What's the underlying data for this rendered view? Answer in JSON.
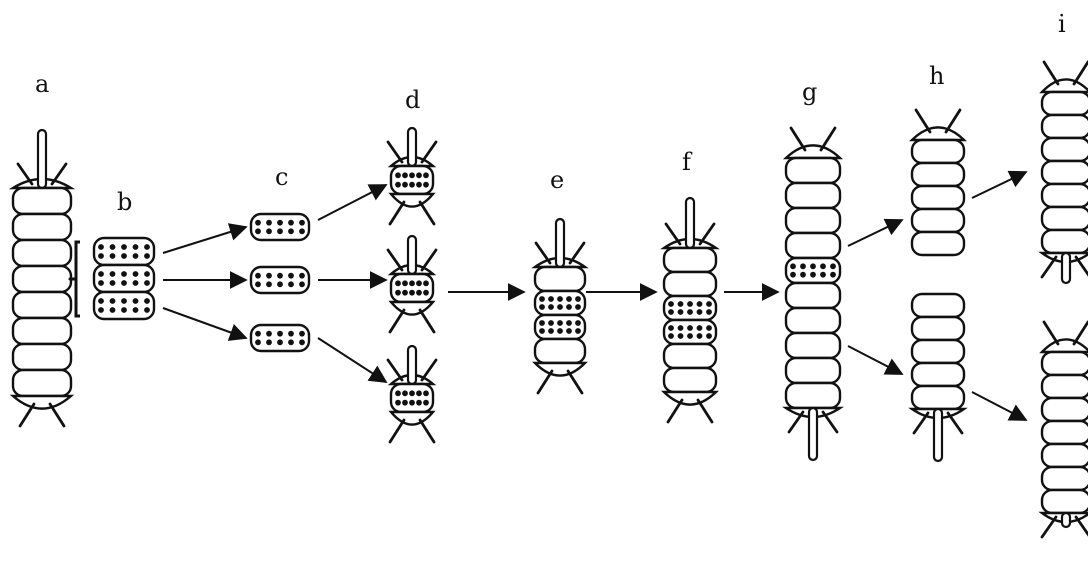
{
  "labels": {
    "a": "a",
    "b": "b",
    "c": "c",
    "d": "d",
    "e": "e",
    "f": "f",
    "g": "g",
    "h": "h",
    "i": "i"
  },
  "colors": {
    "ink": "#111111",
    "paper": "#ffffff"
  }
}
